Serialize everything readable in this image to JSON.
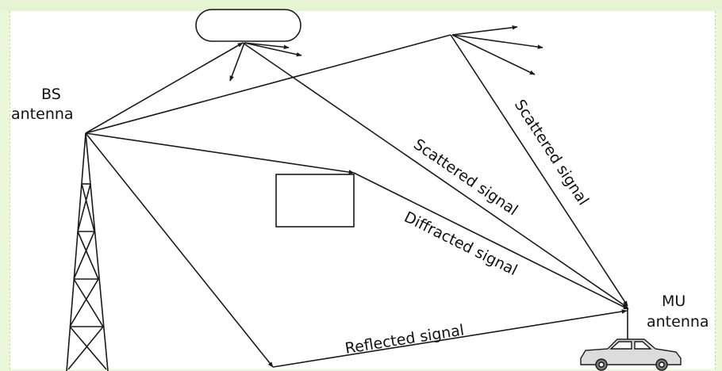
{
  "labels": {
    "bs_antenna_line1": "BS",
    "bs_antenna_line2": "antenna",
    "mu_antenna_line1": "MU",
    "mu_antenna_line2": "antenna",
    "scattered_signal_1": "Scattered signal",
    "scattered_signal_2": "Scattered signal",
    "diffracted_signal": "Diffracted signal",
    "reflected_signal": "Reflected signal"
  },
  "colors": {
    "background": "#ecf6d8",
    "canvas": "#ffffff",
    "stroke": "#1a1a1a"
  }
}
